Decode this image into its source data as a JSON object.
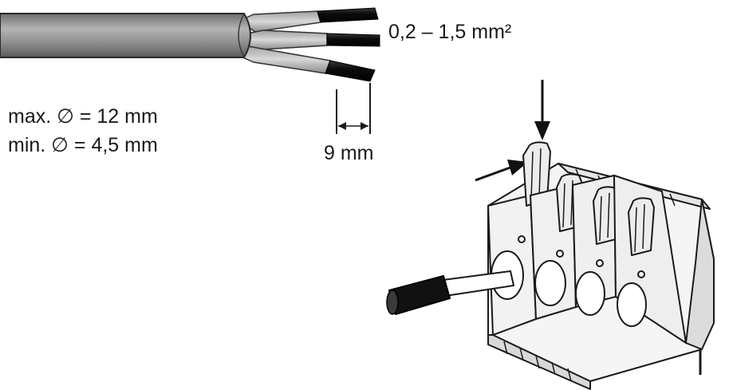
{
  "labels": {
    "cross_section": "0,2 – 1,5 mm²",
    "strip_length": "9 mm",
    "diameter_max": "max. ∅ = 12 mm",
    "diameter_min": "min.  ∅ = 4,5 mm"
  },
  "colors": {
    "cable_jacket": "#8f8f8f",
    "core_insulation": "#bdbdbd",
    "conductor": "#111111",
    "terminal_body": "#f2f2f2",
    "line": "#1a1a1a"
  }
}
